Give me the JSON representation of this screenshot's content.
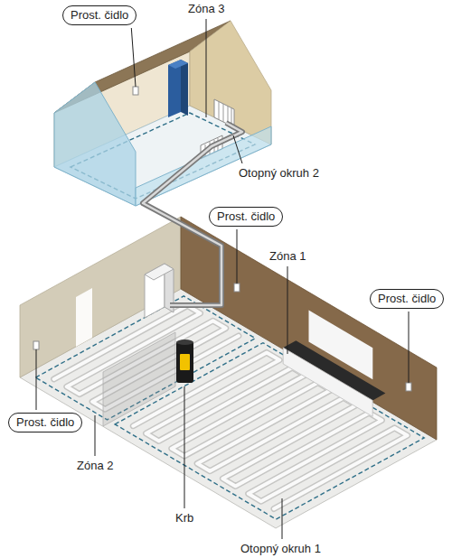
{
  "diagram": {
    "nodes": [
      {
        "text": [
          "Prost. čidlo"
        ]
      },
      {
        "text": [
          "Prost. čidlo"
        ]
      },
      {
        "text": [
          "Prost. čidlo"
        ]
      },
      {
        "text": [
          "Prost. čidlo"
        ]
      }
    ],
    "labels": [
      "Zóna 3",
      "Otopný okruh 2",
      "Zóna 1",
      "Zóna 2",
      "Krb",
      "Otopný okruh 1"
    ]
  }
}
